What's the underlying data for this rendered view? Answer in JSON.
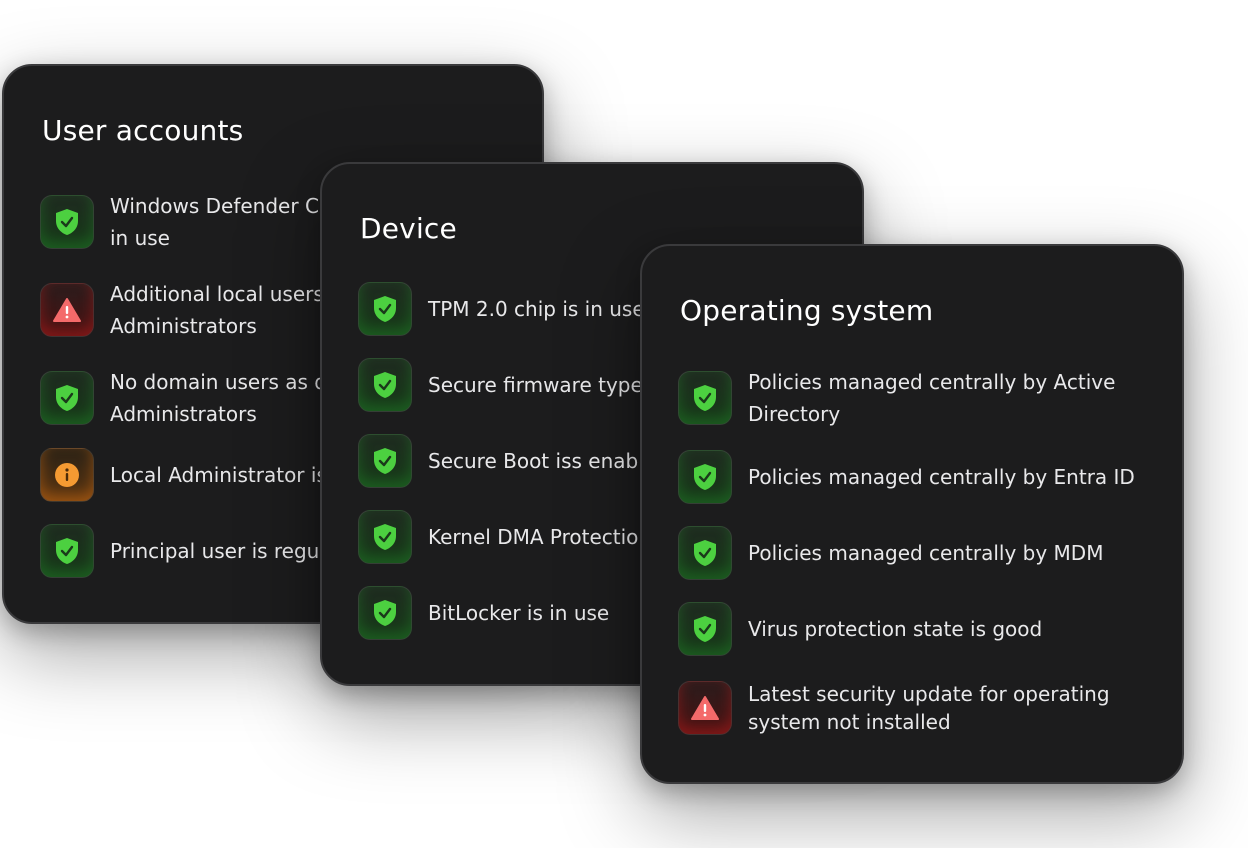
{
  "cards": {
    "user_accounts": {
      "title": "User accounts",
      "items": [
        {
          "status": "ok",
          "line1": "Windows Defender Cr",
          "line2": "in use"
        },
        {
          "status": "warn",
          "line1": "Additional local users a",
          "line2": "Administrators"
        },
        {
          "status": "ok",
          "line1": "No domain users as di",
          "line2": "Administrators"
        },
        {
          "status": "info",
          "line1": "Local Administrator is"
        },
        {
          "status": "ok",
          "line1": "Principal user is regula"
        }
      ]
    },
    "device": {
      "title": "Device",
      "items": [
        {
          "status": "ok",
          "line1": "TPM 2.0 chip is in use"
        },
        {
          "status": "ok",
          "line1": "Secure firmware type"
        },
        {
          "status": "ok",
          "line1": "Secure Boot iss enable"
        },
        {
          "status": "ok",
          "line1": "Kernel DMA Protectio"
        },
        {
          "status": "ok",
          "line1": "BitLocker is in use"
        }
      ]
    },
    "operating_system": {
      "title": "Operating system",
      "items": [
        {
          "status": "ok",
          "line1": "Policies managed centrally by Active",
          "line2": "Directory"
        },
        {
          "status": "ok",
          "line1": "Policies managed centrally by Entra ID"
        },
        {
          "status": "ok",
          "line1": "Policies managed centrally by MDM"
        },
        {
          "status": "ok",
          "line1": "Virus protection state is good"
        },
        {
          "status": "warn",
          "line1": "Latest security update for operating",
          "line2": "system not installed"
        }
      ]
    }
  },
  "colors": {
    "card_bg": "#1c1c1d",
    "ok": "#4cd040",
    "warn": "#f46a6a",
    "info": "#f59a32"
  }
}
